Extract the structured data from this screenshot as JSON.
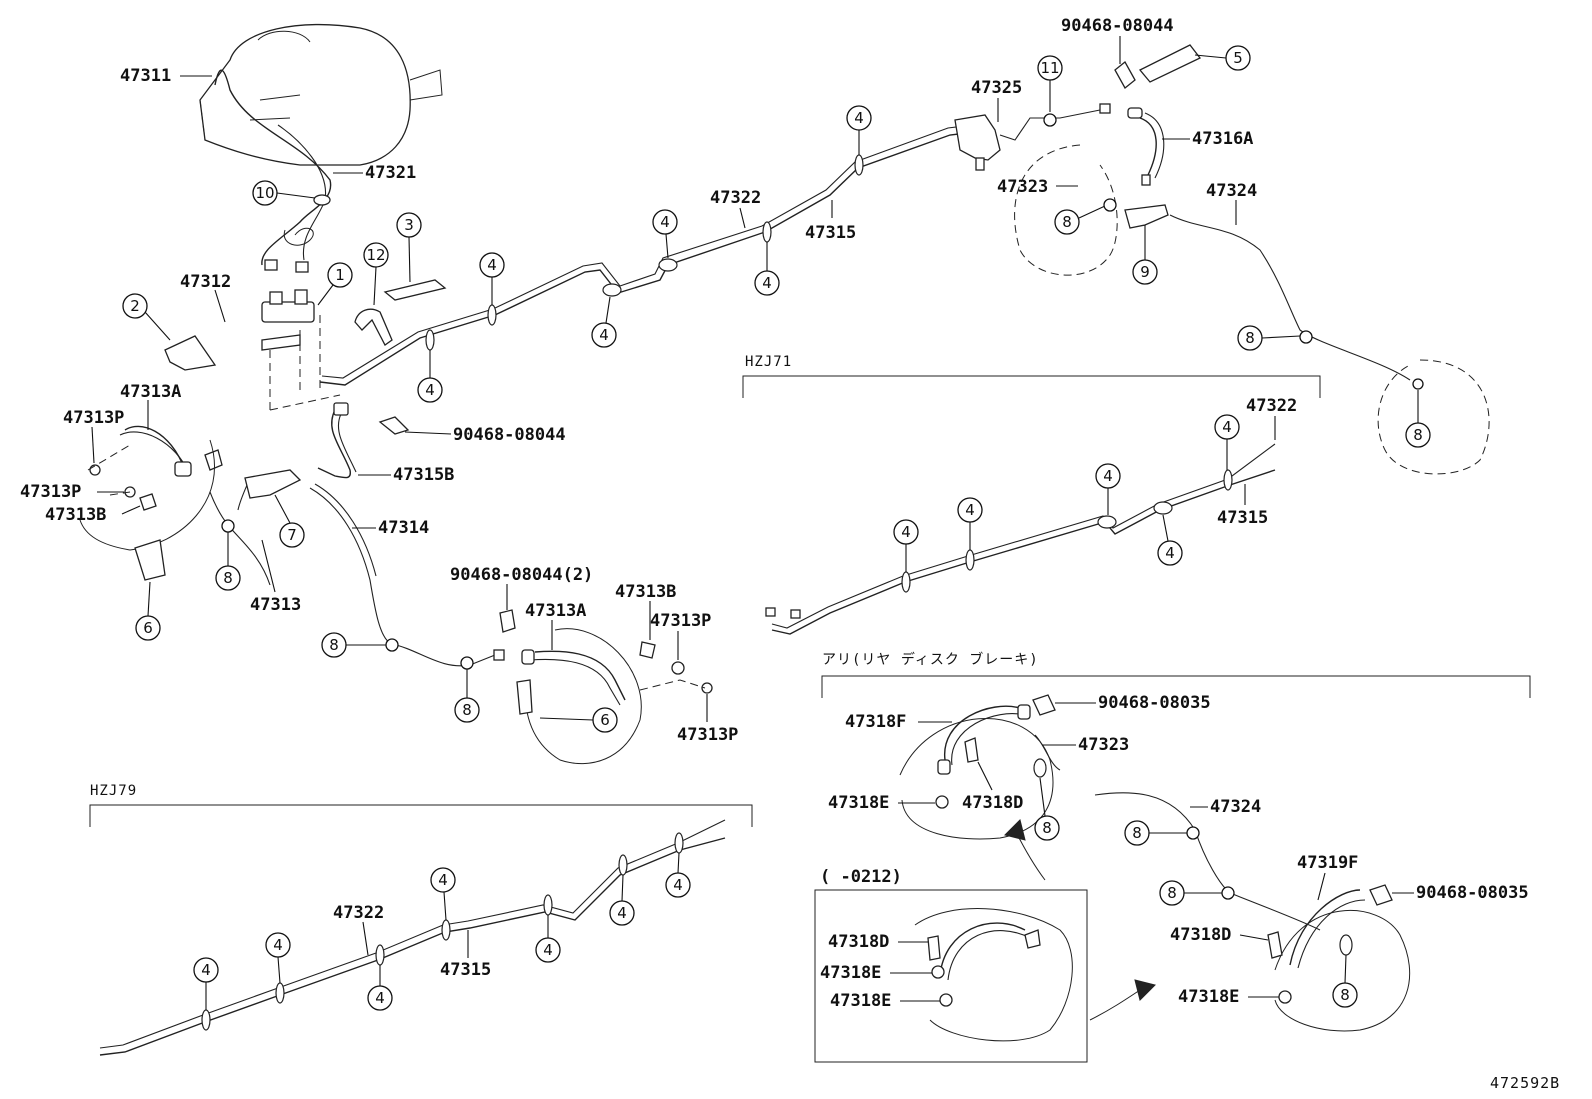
{
  "diagram_id": "472592B",
  "sections": {
    "hzj71": "HZJ71",
    "hzj79": "HZJ79",
    "rear_disc": "アリ(リヤ ディスク ブレーキ)",
    "date_range": "(     -0212)"
  },
  "part_numbers": {
    "p47311": "47311",
    "p47321": "47321",
    "p47312": "47312",
    "p47313A_a": "47313A",
    "p47313P_a": "47313P",
    "p47313P_b": "47313P",
    "p47313B_a": "47313B",
    "p47315B": "47315B",
    "p47314": "47314",
    "p47313": "47313",
    "p90468_08044_a": "90468-08044",
    "p90468_08044_b": "90468-08044",
    "p90468_08044_2": "90468-08044(2)",
    "p47313A_b": "47313A",
    "p47313B_b": "47313B",
    "p47313P_c": "47313P",
    "p47313P_d": "47313P",
    "p47322_main": "47322",
    "p47315_main": "47315",
    "p47325": "47325",
    "p47316A": "47316A",
    "p47323_main": "47323",
    "p47324_main": "47324",
    "p47322_hzj71": "47322",
    "p47315_hzj71": "47315",
    "p47322_hzj79": "47322",
    "p47315_hzj79": "47315",
    "p47318F": "47318F",
    "p90468_08035_a": "90468-08035",
    "p47323_disc": "47323",
    "p47318E_a": "47318E",
    "p47318D_a": "47318D",
    "p47324_disc": "47324",
    "p47319F": "47319F",
    "p90468_08035_b": "90468-08035",
    "p47318D_b": "47318D",
    "p47318E_b": "47318E",
    "p47318E_c": "47318E",
    "p47318D_c": "47318D",
    "p47318E_d": "47318E"
  },
  "callouts": {
    "c1": "1",
    "c2": "2",
    "c3": "3",
    "c4": "4",
    "c5": "5",
    "c6": "6",
    "c7": "7",
    "c8": "8",
    "c9": "9",
    "c10": "10",
    "c11": "11",
    "c12": "12"
  }
}
